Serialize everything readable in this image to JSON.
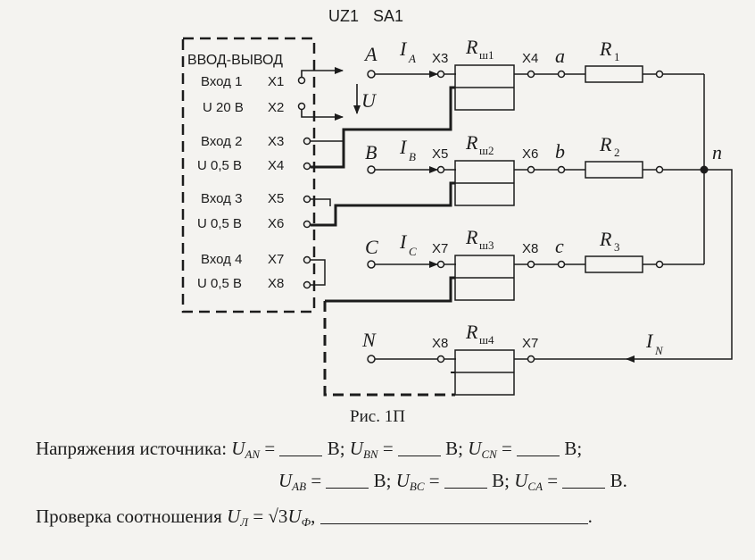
{
  "header": {
    "uz1": "UZ1",
    "sa1": "SA1"
  },
  "io_block": {
    "title": "ВВОД-ВЫВОД",
    "inputs": [
      {
        "name": "Вход 1",
        "range": "U 20 В",
        "pins": [
          "X1",
          "X2"
        ]
      },
      {
        "name": "Вход 2",
        "range": "U 0,5 В",
        "pins": [
          "X3",
          "X4"
        ]
      },
      {
        "name": "Вход 3",
        "range": "U 0,5 В",
        "pins": [
          "X5",
          "X6"
        ]
      },
      {
        "name": "Вход 4",
        "range": "U 0,5 В",
        "pins": [
          "X7",
          "X8"
        ]
      }
    ]
  },
  "phases": [
    {
      "node": "A",
      "current": "I",
      "current_sub": "A",
      "pin_in": "X3",
      "shunt": "R",
      "shunt_sub": "ш1",
      "pin_out": "X4",
      "load_node": "a",
      "resistor": "R",
      "resistor_sub": "1"
    },
    {
      "node": "B",
      "current": "I",
      "current_sub": "B",
      "pin_in": "X5",
      "shunt": "R",
      "shunt_sub": "ш2",
      "pin_out": "X6",
      "load_node": "b",
      "resistor": "R",
      "resistor_sub": "2"
    },
    {
      "node": "C",
      "current": "I",
      "current_sub": "C",
      "pin_in": "X7",
      "shunt": "R",
      "shunt_sub": "ш3",
      "pin_out": "X8",
      "load_node": "c",
      "resistor": "R",
      "resistor_sub": "3"
    }
  ],
  "neutral": {
    "node": "N",
    "pin_left": "X8",
    "shunt": "R",
    "shunt_sub": "ш4",
    "pin_right": "X7",
    "current": "I",
    "current_sub": "N"
  },
  "voltage_label": "U",
  "star_node": "n",
  "caption": "Рис. 1П",
  "text": {
    "line1_prefix": "Напряжения источника:",
    "line1_items": [
      {
        "sym": "U",
        "sub": "AN",
        "unit": "В;"
      },
      {
        "sym": "U",
        "sub": "BN",
        "unit": "В;"
      },
      {
        "sym": "U",
        "sub": "CN",
        "unit": "В;"
      }
    ],
    "line2_items": [
      {
        "sym": "U",
        "sub": "AB",
        "unit": "В;"
      },
      {
        "sym": "U",
        "sub": "BC",
        "unit": "В;"
      },
      {
        "sym": "U",
        "sub": "CA",
        "unit": "В."
      }
    ],
    "line3_prefix": "Проверка соотношения",
    "line3_lhs": "U",
    "line3_lhs_sub": "Л",
    "line3_eq": "=",
    "line3_root": "√3",
    "line3_rhs": "U",
    "line3_rhs_sub": "Ф",
    "line3_tail": ","
  }
}
